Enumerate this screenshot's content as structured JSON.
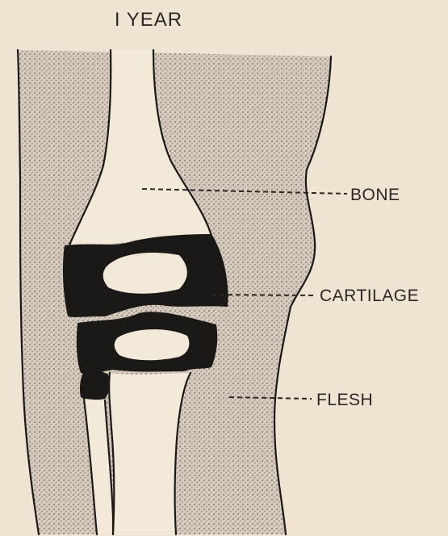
{
  "title": "I YEAR",
  "labels": {
    "bone": "BONE",
    "cartilage": "CARTILAGE",
    "flesh": "FLESH"
  },
  "colors": {
    "paper": "#efe3d1",
    "ink": "#1b1918",
    "bone": "#f3e9d8"
  }
}
